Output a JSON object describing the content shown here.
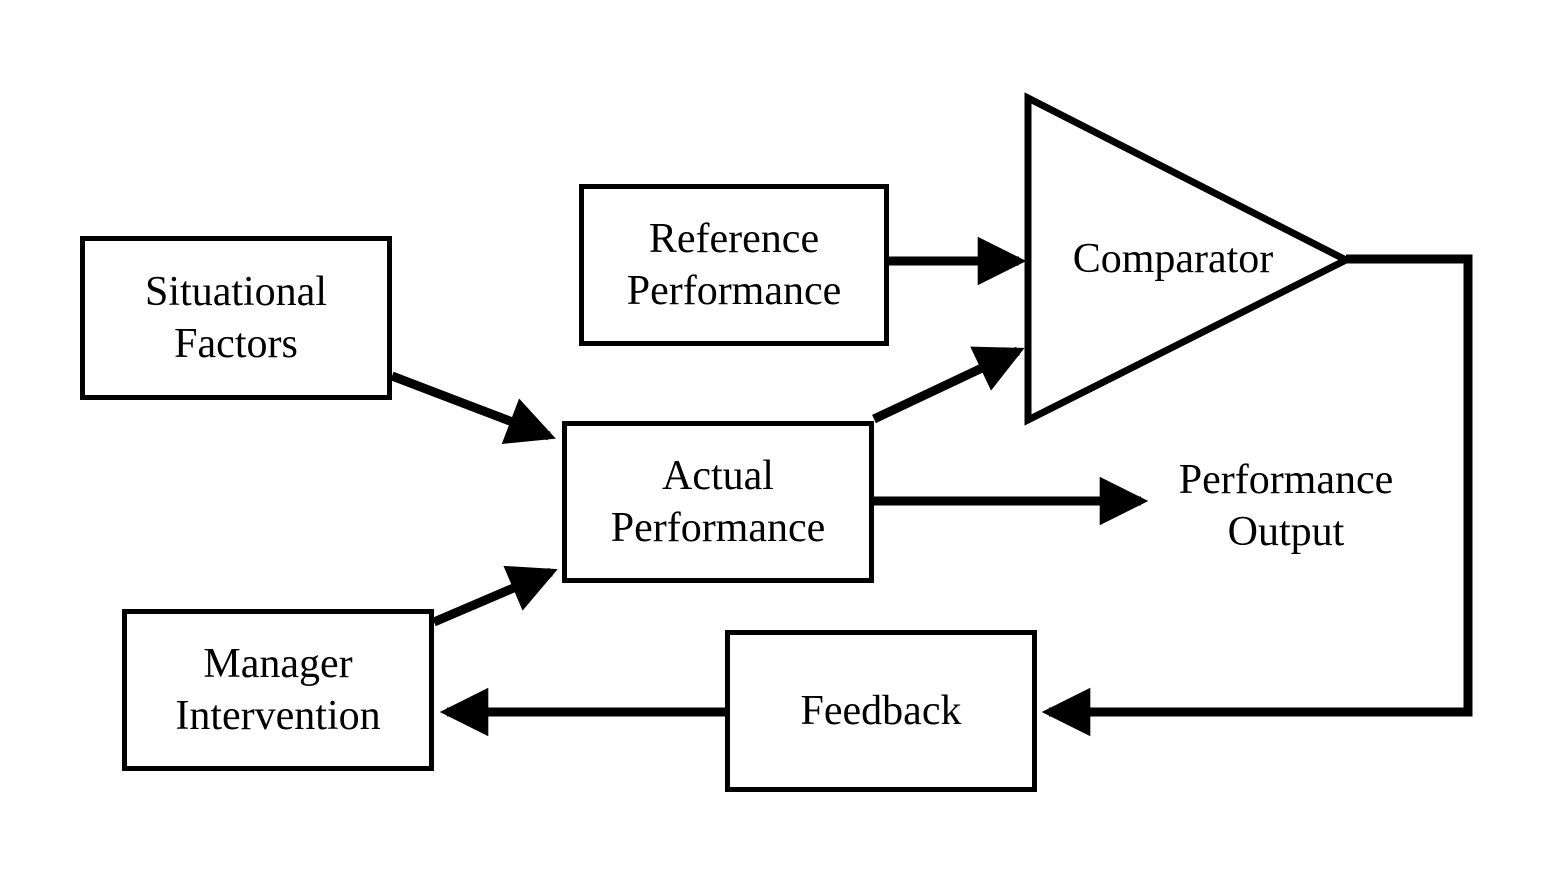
{
  "diagram": {
    "type": "flow-diagram",
    "colors": {
      "background": "#ffffff",
      "line": "#000000",
      "text": "#000000"
    },
    "nodes": {
      "situational_factors": {
        "label": "Situational\nFactors",
        "shape": "rect"
      },
      "reference_performance": {
        "label": "Reference\nPerformance",
        "shape": "rect"
      },
      "comparator": {
        "label": "Comparator",
        "shape": "triangle"
      },
      "actual_performance": {
        "label": "Actual\nPerformance",
        "shape": "rect"
      },
      "performance_output": {
        "label": "Performance\nOutput",
        "shape": "text"
      },
      "manager_intervention": {
        "label": "Manager\nIntervention",
        "shape": "rect"
      },
      "feedback": {
        "label": "Feedback",
        "shape": "rect"
      }
    },
    "edges": [
      {
        "from": "situational_factors",
        "to": "actual_performance"
      },
      {
        "from": "reference_performance",
        "to": "comparator"
      },
      {
        "from": "actual_performance",
        "to": "comparator"
      },
      {
        "from": "actual_performance",
        "to": "performance_output"
      },
      {
        "from": "comparator",
        "to": "feedback"
      },
      {
        "from": "feedback",
        "to": "manager_intervention"
      },
      {
        "from": "manager_intervention",
        "to": "actual_performance"
      }
    ]
  }
}
